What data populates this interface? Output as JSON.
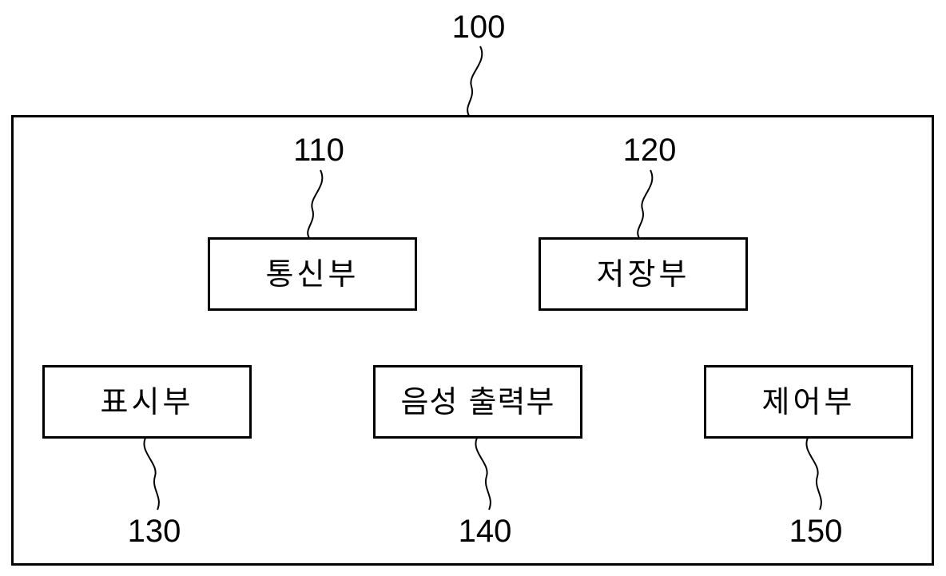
{
  "device": {
    "ref": "100"
  },
  "blocks": [
    {
      "id": "communication",
      "ref": "110",
      "label": "통신부"
    },
    {
      "id": "storage",
      "ref": "120",
      "label": "저장부"
    },
    {
      "id": "display",
      "ref": "130",
      "label": "표시부"
    },
    {
      "id": "audio-output",
      "ref": "140",
      "label": "음성 출력부"
    },
    {
      "id": "control",
      "ref": "150",
      "label": "제어부"
    }
  ],
  "colors": {
    "line": "#000000",
    "background": "#ffffff"
  }
}
